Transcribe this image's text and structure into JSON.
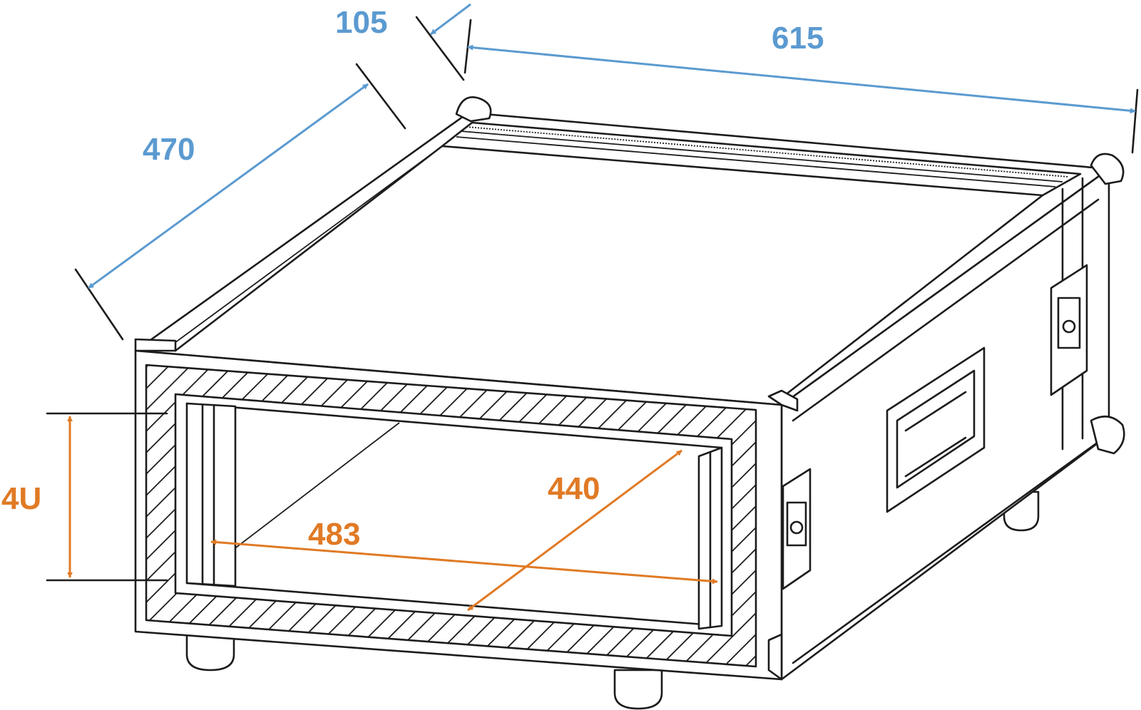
{
  "colors": {
    "outer_dimension": "#5b9ad0",
    "inner_dimension": "#e07a25",
    "line_art": "#1c1c1c"
  },
  "dimensions": {
    "lid_depth": "105",
    "width": "615",
    "depth": "470",
    "rack_height": "4U",
    "rack_width": "483",
    "diagonal": "440"
  }
}
